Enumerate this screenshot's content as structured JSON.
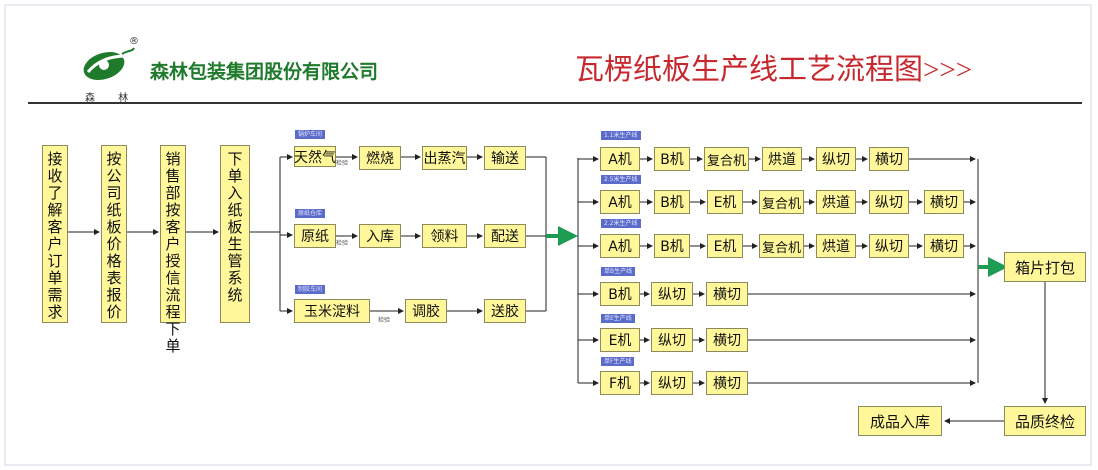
{
  "header": {
    "logo_symbol": "®",
    "company": "森林包装集团股份有限公司",
    "logo_sub": "森 林",
    "title": "瓦楞纸板生产线工艺流程图>>>"
  },
  "colors": {
    "box_fill": "#fff799",
    "title_red": "#c6282e",
    "logo_green": "#1f7a2c",
    "tag_blue": "#5b6bc9",
    "arrow_green": "#1e9c54"
  },
  "steps": [
    "接收了解客户订单需求",
    "按公司纸板价格表报价",
    "销售部按客户授信流程下单",
    "下单入纸板生管系统"
  ],
  "supply": [
    {
      "tag": "锅炉车间",
      "nodes": [
        "天然气",
        "燃烧",
        "出蒸汽",
        "输送"
      ],
      "note": "检验"
    },
    {
      "tag": "原纸仓库",
      "nodes": [
        "原纸",
        "入库",
        "领料",
        "配送"
      ],
      "note": "检验"
    },
    {
      "tag": "制胶车间",
      "nodes": [
        "玉米淀料",
        "调胶",
        "送胶"
      ],
      "note": "检验"
    }
  ],
  "lines": [
    {
      "tag": "1.1米生产线",
      "nodes": [
        "A机",
        "B机",
        "复合机",
        "烘道",
        "纵切",
        "横切"
      ]
    },
    {
      "tag": "2.5米生产线",
      "nodes": [
        "A机",
        "B机",
        "E机",
        "复合机",
        "烘道",
        "纵切",
        "横切"
      ]
    },
    {
      "tag": "2.2米生产线",
      "nodes": [
        "A机",
        "B机",
        "E机",
        "复合机",
        "烘道",
        "纵切",
        "横切"
      ]
    },
    {
      "tag": "单B生产线",
      "nodes": [
        "B机",
        "纵切",
        "横切"
      ]
    },
    {
      "tag": "单E生产线",
      "nodes": [
        "E机",
        "纵切",
        "横切"
      ]
    },
    {
      "tag": "单F生产线",
      "nodes": [
        "F机",
        "纵切",
        "横切"
      ]
    }
  ],
  "final": {
    "pack": "箱片打包",
    "qc": "品质终检",
    "store": "成品入库"
  }
}
